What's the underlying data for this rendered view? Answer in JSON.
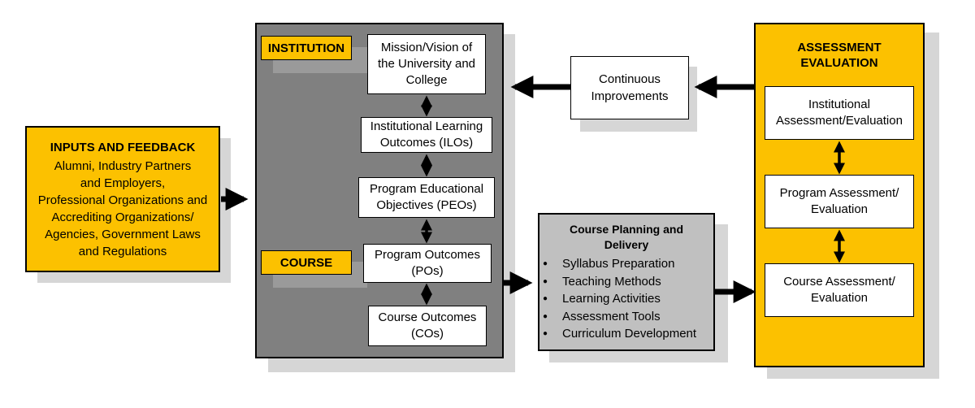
{
  "inputs": {
    "title": "INPUTS AND FEEDBACK",
    "lines": [
      "Alumni, Industry Partners",
      "and Employers,",
      "Professional Organizations and",
      "Accrediting Organizations/",
      "Agencies, Government Laws",
      "and Regulations"
    ]
  },
  "institution": {
    "tag": "INSTITUTION",
    "course_tag": "COURSE",
    "mission": [
      "Mission/Vision of",
      "the University and",
      "College"
    ],
    "ilo": [
      "Institutional Learning",
      "Outcomes (ILOs)"
    ],
    "peo": [
      "Program Educational",
      "Objectives (PEOs)"
    ],
    "po": [
      "Program Outcomes",
      "(POs)"
    ],
    "co": [
      "Course Outcomes",
      "(COs)"
    ]
  },
  "continuous": [
    "Continuous",
    "Improvements"
  ],
  "course_planning": {
    "title": [
      "Course Planning and",
      "Delivery"
    ],
    "items": [
      "Syllabus Preparation",
      "Teaching Methods",
      "Learning Activities",
      "Assessment Tools",
      "Curriculum Development"
    ]
  },
  "assessment": {
    "title": [
      "ASSESSMENT",
      "EVALUATION"
    ],
    "institutional": [
      "Institutional",
      "Assessment/Evaluation"
    ],
    "program": [
      "Program Assessment/",
      "Evaluation"
    ],
    "course": [
      "Course Assessment/",
      "Evaluation"
    ]
  },
  "colors": {
    "yellow": "#fcc100",
    "gray_panel": "#808080",
    "light_gray": "#c0c0c0",
    "shadow": "#d6d6d6"
  }
}
